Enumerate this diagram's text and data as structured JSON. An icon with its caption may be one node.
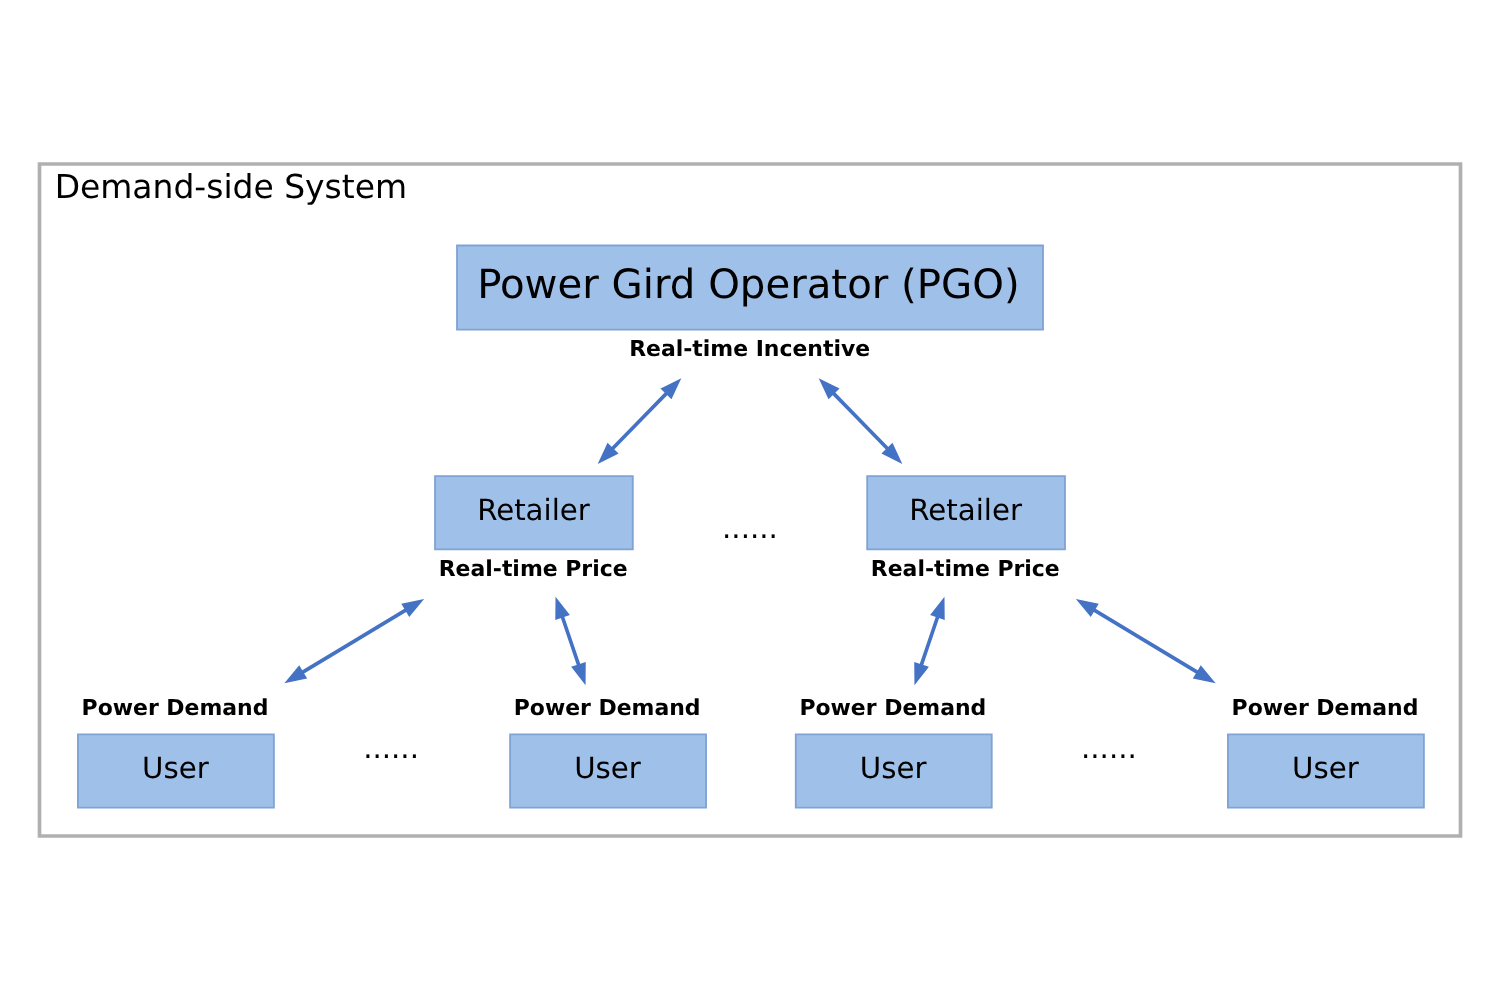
{
  "diagram": {
    "nodes": [
      {
        "text": [
          "Demand-side System"
        ]
      },
      {
        "text": [
          "Power Gird Operator (PGO)"
        ],
        "in": 0,
        "beside": [
          "Real-time Incentive"
        ]
      },
      {
        "text": [
          "Retailer"
        ],
        "in": 0,
        "beside": [
          "Real-time Price"
        ]
      },
      {
        "text": [
          "Retailer"
        ],
        "in": 0,
        "beside": [
          "Real-time Price"
        ]
      },
      {
        "text": [
          "User"
        ],
        "in": 0,
        "beside": [
          "Power Demand"
        ]
      },
      {
        "text": [
          "User"
        ],
        "in": 0,
        "beside": [
          "Power Demand"
        ]
      },
      {
        "text": [
          "User"
        ],
        "in": 0,
        "beside": [
          "Power Demand"
        ]
      },
      {
        "text": [
          "User"
        ],
        "in": 0,
        "beside": [
          "Power Demand"
        ]
      }
    ],
    "edges": [
      {
        "from": 2,
        "to": 1,
        "arrow": "both"
      },
      {
        "from": 3,
        "to": 1,
        "arrow": "both"
      },
      {
        "from": 4,
        "to": 2,
        "arrow": "both"
      },
      {
        "from": 5,
        "to": 2,
        "arrow": "both"
      },
      {
        "from": 6,
        "to": 3,
        "arrow": "both"
      },
      {
        "from": 7,
        "to": 3,
        "arrow": "both"
      }
    ],
    "labels": [
      "......",
      "......",
      "......"
    ]
  }
}
